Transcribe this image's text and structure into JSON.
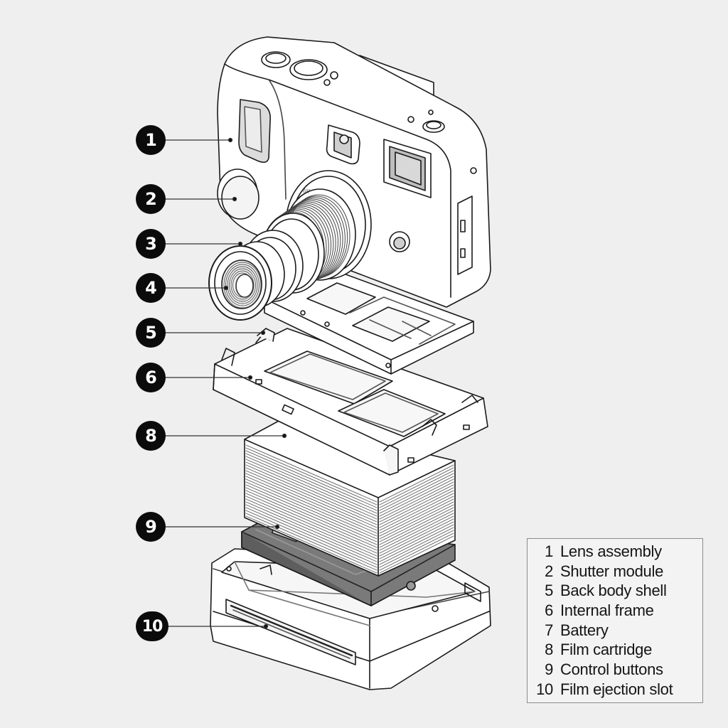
{
  "callouts": [
    "1",
    "2",
    "3",
    "4",
    "5",
    "6",
    "8",
    "9",
    "10"
  ],
  "legend": [
    {
      "num": "1",
      "label": "Lens assembly"
    },
    {
      "num": "2",
      "label": "Shutter module"
    },
    {
      "num": "5",
      "label": "Back body shell"
    },
    {
      "num": "6",
      "label": "Internal frame"
    },
    {
      "num": "7",
      "label": "Battery"
    },
    {
      "num": "8",
      "label": "Film cartridge"
    },
    {
      "num": "9",
      "label": "Control buttons"
    },
    {
      "num": "10",
      "label": "Film ejection slot"
    }
  ],
  "colors": {
    "background": "#efefef",
    "ink": "#111111",
    "callout": "#0b0b0b",
    "battery": "#6f6f6f"
  }
}
